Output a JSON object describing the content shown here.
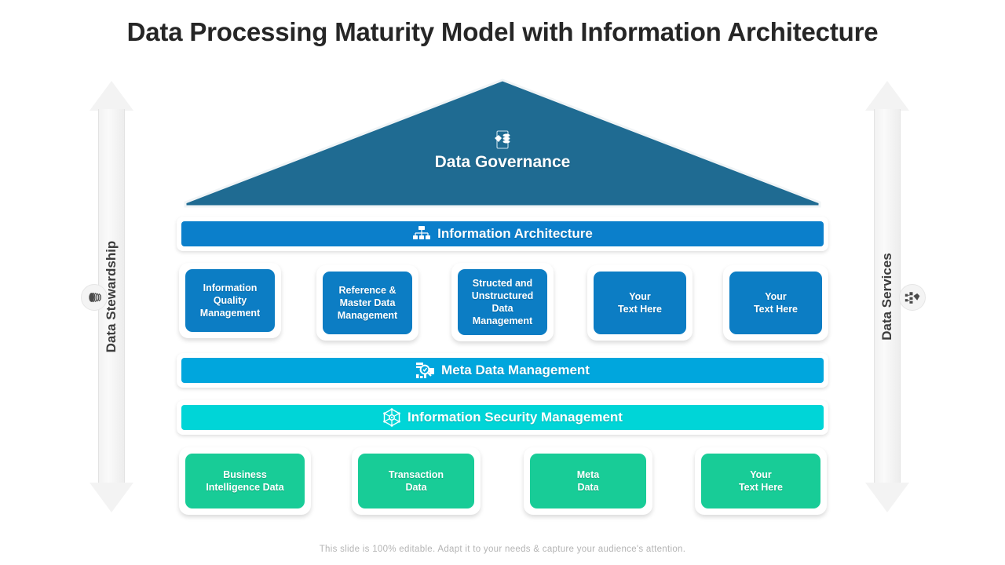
{
  "page_title": "Data Processing Maturity Model with Information Architecture",
  "footer_note": "This slide is 100% editable. Adapt it to your needs & capture your audience's attention.",
  "colors": {
    "roof": "#1F6B92",
    "dark_blue": "#0C7DC4",
    "blue_bar": "#0B7FCB",
    "light_blue_bar": "#00A6DD",
    "cyan_bar": "#00D5D7",
    "green": "#18CC97",
    "arrow_gray": "#F3F3F3",
    "title_text": "#262626",
    "footer_text": "#B4B4B4"
  },
  "left_arrow": {
    "label": "Data Stewardship",
    "icon": "data-stack-icon",
    "direction": "double-vertical"
  },
  "right_arrow": {
    "label": "Data Services",
    "icon": "data-services-icon",
    "direction": "double-vertical"
  },
  "roof": {
    "label": "Data Governance",
    "icon": "data-governance-icon"
  },
  "bars": [
    {
      "label": "Information Architecture",
      "icon": "hierarchy-icon",
      "color": "#0B7FCB"
    },
    {
      "label": "Meta Data Management",
      "icon": "metadata-search-icon",
      "color": "#00A6DD"
    },
    {
      "label": "Information Security Management",
      "icon": "security-network-icon",
      "color": "#00D5D7"
    }
  ],
  "row_top": [
    {
      "label": "Information\nQuality\nManagement",
      "color": "#0C7DC4"
    },
    {
      "label": "Reference &\nMaster Data\nManagement",
      "color": "#0C7DC4"
    },
    {
      "label": "Structed and\nUnstructured\nData\nManagement",
      "color": "#0C7DC4"
    },
    {
      "label": "Your\nText Here",
      "color": "#0C7DC4"
    },
    {
      "label": "Your\nText Here",
      "color": "#0C7DC4"
    }
  ],
  "row_bottom": [
    {
      "label": "Business\nIntelligence Data",
      "color": "#18CC97"
    },
    {
      "label": "Transaction\nData",
      "color": "#18CC97"
    },
    {
      "label": "Meta\nData",
      "color": "#18CC97"
    },
    {
      "label": "Your\nText Here",
      "color": "#18CC97"
    }
  ]
}
